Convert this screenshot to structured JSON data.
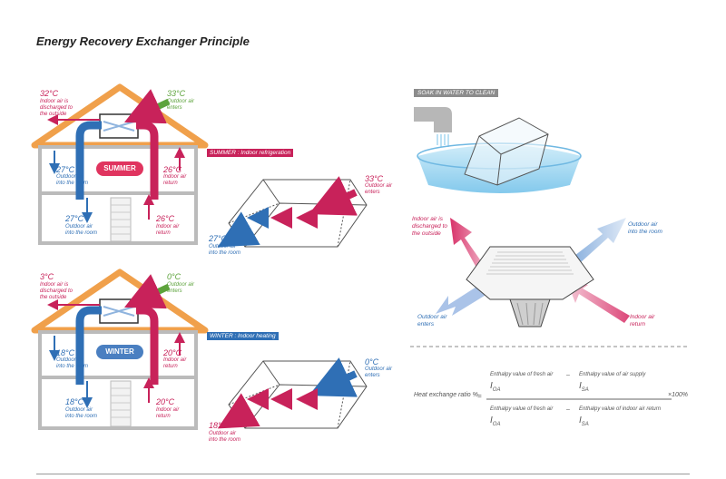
{
  "title": "Energy Recovery Exchanger Principle",
  "summer": {
    "mode_label": "SUMMER",
    "badge": "SUMMER :  Indoor refrigeration",
    "t_discharge": "32°C",
    "discharge_text": [
      "Indoor air is",
      "discharged to",
      "the outside"
    ],
    "t_enter": "33°C",
    "enter_text": [
      "Outdoor air",
      "enters"
    ],
    "t_left_upper": "27°C",
    "left_upper_text": [
      "Outdoor air",
      "into the room"
    ],
    "t_right_upper": "26°C",
    "right_upper_text": [
      "Indoor air",
      "return"
    ],
    "t_left_lower": "27°C",
    "left_lower_text": [
      "Outdoor air",
      "into the room"
    ],
    "t_right_lower": "26°C",
    "right_lower_text": [
      "Indoor air",
      "return"
    ],
    "core_in_temp": "33°C",
    "core_in_text": [
      "Outdoor air",
      "enters"
    ],
    "core_out_temp": "27°C",
    "core_out_text": [
      "Outdoor air",
      "into the room"
    ]
  },
  "winter": {
    "mode_label": "WINTER",
    "badge": "WINTER :  Indoor heating",
    "t_discharge": "3°C",
    "discharge_text": [
      "Indoor air is",
      "discharged to",
      "the outside"
    ],
    "t_enter": "0°C",
    "enter_text": [
      "Outdoor air",
      "enters"
    ],
    "t_left_upper": "18°C",
    "left_upper_text": [
      "Outdoor air",
      "into the room"
    ],
    "t_right_upper": "20°C",
    "right_upper_text": [
      "Indoor air",
      "return"
    ],
    "t_left_lower": "18°C",
    "left_lower_text": [
      "Outdoor air",
      "into the room"
    ],
    "t_right_lower": "20°C",
    "right_lower_text": [
      "Indoor air",
      "return"
    ],
    "core_in_temp": "0°C",
    "core_in_text": [
      "Outdoor air",
      "enters"
    ],
    "core_out_temp": "18°C",
    "core_out_text": [
      "Outdoor air",
      "into the room"
    ]
  },
  "soak_label": "SOAK IN WATER TO CLEAN",
  "flow": {
    "discharged": [
      "Indoor air is",
      "discharged to",
      "the outside"
    ],
    "outdoor_into_room": [
      "Outdoor air",
      "into the room"
    ],
    "outdoor_enters": [
      "Outdoor air",
      "enters"
    ],
    "indoor_return": [
      "Indoor air",
      "return"
    ]
  },
  "formula": {
    "label": "Heat exchange ratio %",
    "eq": "=",
    "num_a": "Enthalpy value of fresh air",
    "minus": "–",
    "num_b": "Enthalpy value of air supply",
    "num_a_sym": "I",
    "num_a_sub": "OA",
    "num_b_sym": "I",
    "num_b_sub": "SA",
    "den_a": "Enthalpy value of fresh air",
    "den_b": "Enthalpy value of indoor air return",
    "den_a_sym": "I",
    "den_a_sub": "OA",
    "den_b_sym": "I",
    "den_b_sub": "SA",
    "times": "×100%"
  },
  "colors": {
    "red": "#c8225a",
    "blue": "#2f6fb5",
    "green": "#5da33c",
    "roof": "#f0a04b",
    "light_blue": "#8fb4de",
    "pink": "#e87a9a"
  }
}
